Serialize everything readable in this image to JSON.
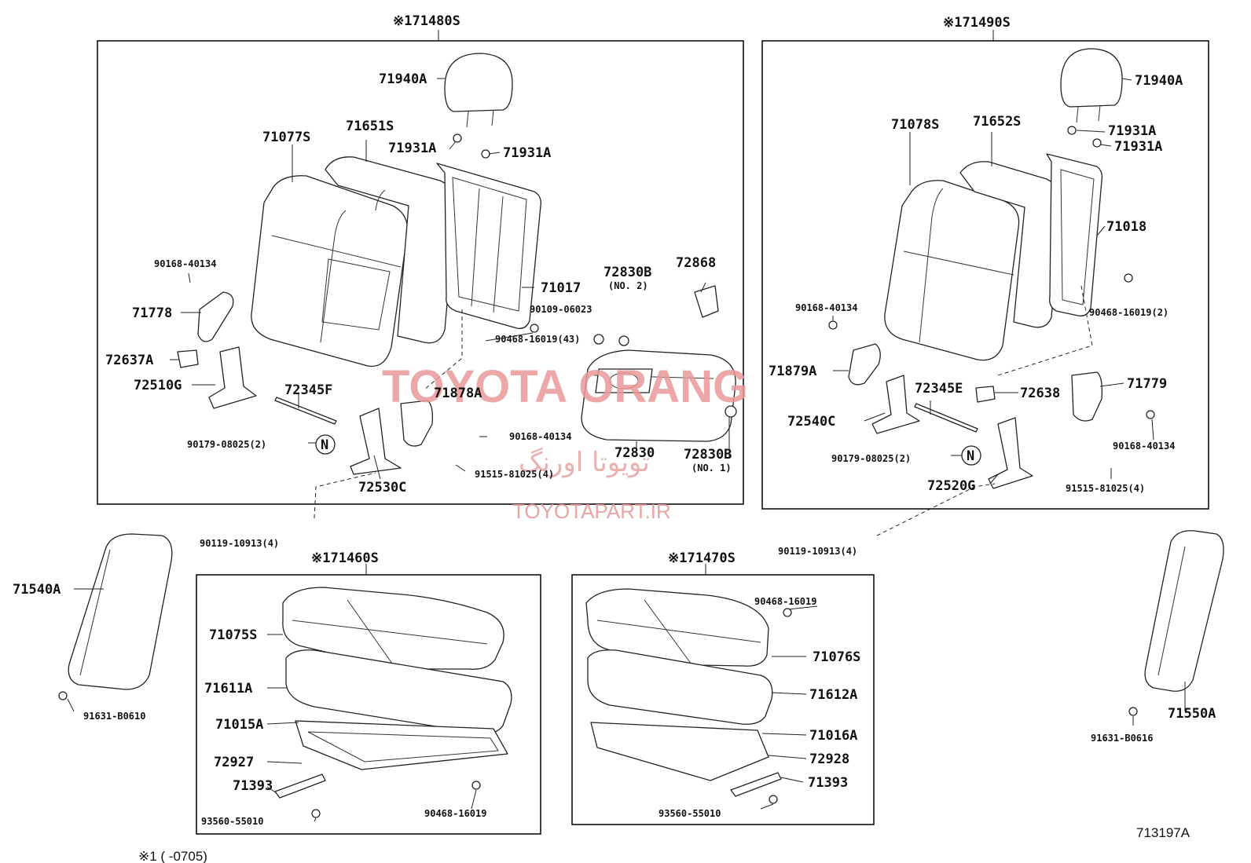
{
  "groups": {
    "rear_back_left": "※171480S",
    "rear_back_right": "※171490S",
    "cushion_left": "※171460S",
    "cushion_right": "※171470S"
  },
  "parts": {
    "p71940A_l": "71940A",
    "p71651S": "71651S",
    "p71077S": "71077S",
    "p71931A_l1": "71931A",
    "p71931A_l2": "71931A",
    "p90168_40134_l1": "90168-40134",
    "p71778": "71778",
    "p72637A": "72637A",
    "p72510G": "72510G",
    "p71017": "71017",
    "p72830B_top": "72830B",
    "p72830B_top_no": "(NO. 2)",
    "p72868": "72868",
    "p90109_06023": "90109-06023",
    "p90468_16019_43": "90468-16019(43)",
    "p72345F": "72345F",
    "p71878A": "71878A",
    "p90168_40134_l2": "90168-40134",
    "p90179_08025_l": "90179-08025(2)",
    "p72830": "72830",
    "p72830B_bot": "72830B",
    "p72830B_bot_no": "(NO. 1)",
    "p72530C": "72530C",
    "p91515_81025_l": "91515-81025(4)",
    "p90119_10913_l": "90119-10913(4)",
    "p71940A_r": "71940A",
    "p71078S": "71078S",
    "p71652S": "71652S",
    "p71931A_r1": "71931A",
    "p71931A_r2": "71931A",
    "p71018": "71018",
    "p90468_16019_2": "90468-16019(2)",
    "p90168_40134_r1": "90168-40134",
    "p71879A": "71879A",
    "p72345E": "72345E",
    "p72638": "72638",
    "p71779": "71779",
    "p72540C": "72540C",
    "p90168_40134_r2": "90168-40134",
    "p90179_08025_r": "90179-08025(2)",
    "p72520G": "72520G",
    "p91515_81025_r": "91515-81025(4)",
    "p90119_10913_r": "90119-10913(4)",
    "p71540A": "71540A",
    "p91631_B0610": "91631-B0610",
    "p71075S": "71075S",
    "p71611A": "71611A",
    "p71015A": "71015A",
    "p72927": "72927",
    "p71393_l": "71393",
    "p93560_55010_l": "93560-55010",
    "p90468_16019_cl": "90468-16019",
    "p90468_16019_cr": "90468-16019",
    "p71076S": "71076S",
    "p71612A": "71612A",
    "p71016A": "71016A",
    "p72928": "72928",
    "p71393_r": "71393",
    "p93560_55010_r": "93560-55010",
    "p71550A": "71550A",
    "p91631_B0616": "91631-B0616"
  },
  "n_mark": "N",
  "watermark": {
    "brand": "TOYOTA ORANG",
    "persian": "تویوتا اورنگ",
    "url": "TOYOTAPART.IR"
  },
  "figure_id": "713197A",
  "footnote": "※1 (        -0705)"
}
